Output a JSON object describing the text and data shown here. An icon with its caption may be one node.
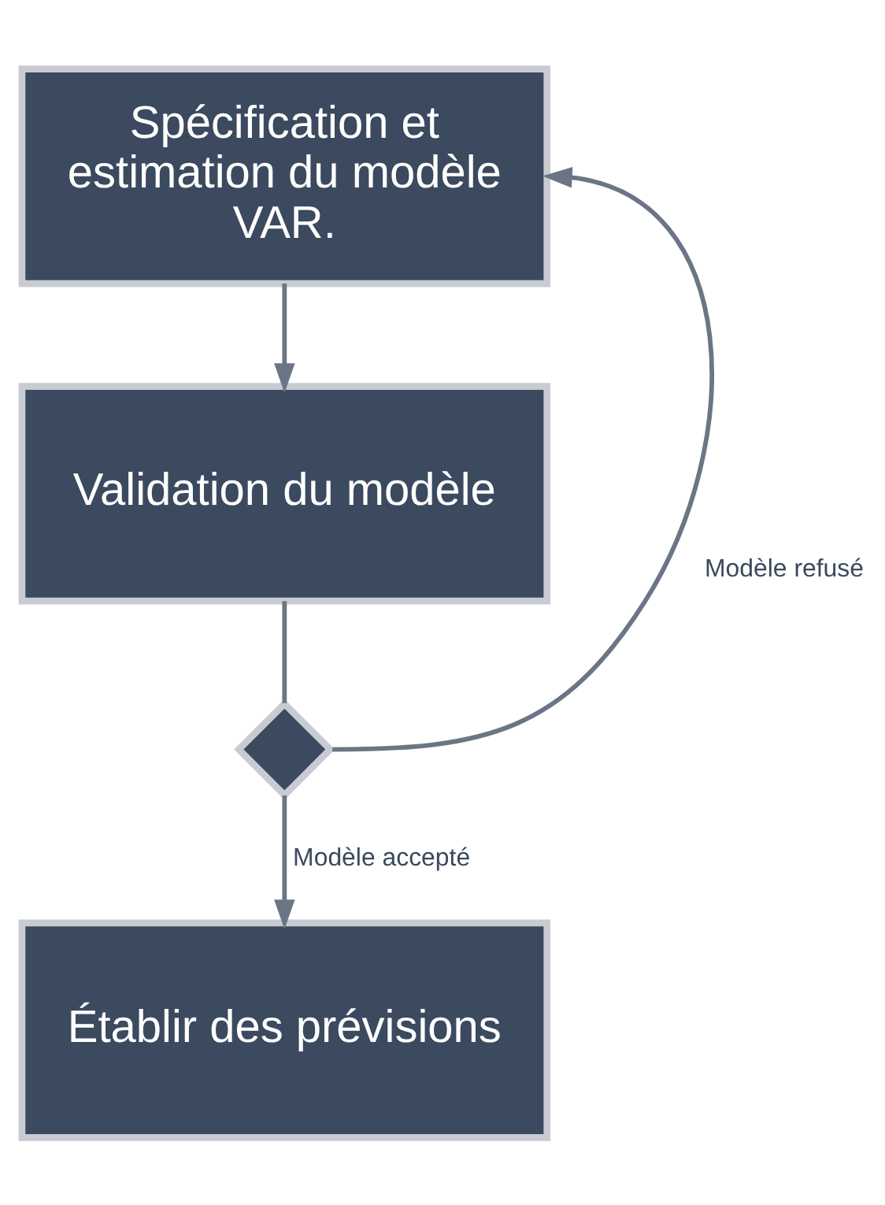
{
  "diagram": {
    "nodes": [
      {
        "text": [
          "Spécification et estimation du modèle VAR."
        ]
      },
      {
        "text": [
          "Validation du modèle"
        ]
      },
      {
        "text": [],
        "shape": "diamond"
      },
      {
        "text": [
          "Établir des prévisions"
        ]
      }
    ],
    "edges": [
      {
        "from": 0,
        "to": 1,
        "arrow": "to"
      },
      {
        "from": 1,
        "to": 2,
        "arrow": "none"
      },
      {
        "from": 2,
        "to": 0,
        "arrow": "to",
        "label": "Modèle refusé"
      },
      {
        "from": 2,
        "to": 3,
        "arrow": "to",
        "label": "Modèle accepté"
      }
    ]
  }
}
